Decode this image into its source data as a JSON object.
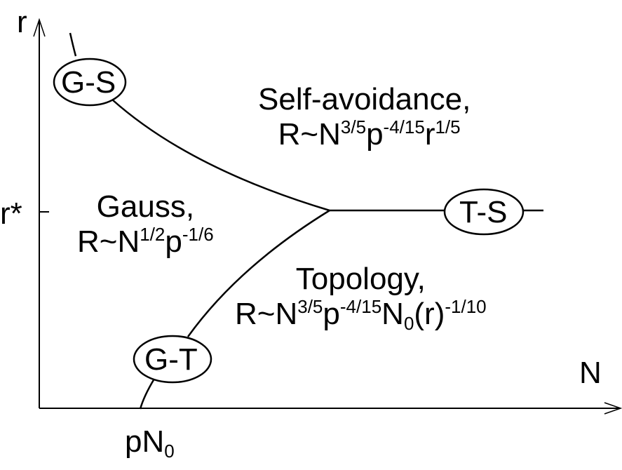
{
  "axes": {
    "y_label": "r",
    "x_label": "N",
    "y_tick": "r*",
    "x_tick_main": "pN",
    "x_tick_sub": "0"
  },
  "regions": {
    "self_avoidance": {
      "name": "Self-avoidance,",
      "formula": {
        "base1": "R~N",
        "exp1": "3/5",
        "base2": "p",
        "exp2": "-4/15",
        "base3": "r",
        "exp3": "1/5"
      }
    },
    "gauss": {
      "name": "Gauss,",
      "formula": {
        "base1": "R~N",
        "exp1": "1/2",
        "base2": "p",
        "exp2": "-1/6"
      }
    },
    "topology": {
      "name": "Topology,",
      "formula": {
        "base1": "R~N",
        "exp1": "3/5",
        "base2": "p",
        "exp2": "-4/15",
        "base3": "N",
        "sub3": "0",
        "base4": "(r)",
        "exp4": "-1/10"
      }
    }
  },
  "crossovers": {
    "gs": "G-S",
    "ts": "T-S",
    "gt": "G-T"
  }
}
